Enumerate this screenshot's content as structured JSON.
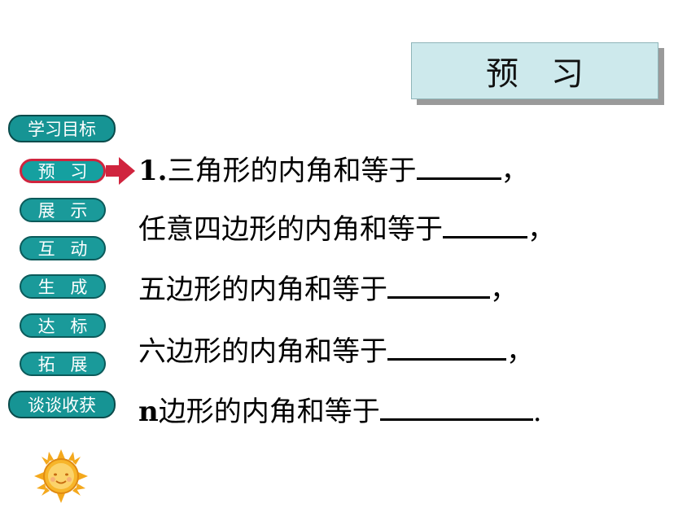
{
  "title": "预　习",
  "nav": {
    "goals": "学习目标",
    "preview": "预 习",
    "display": "展 示",
    "interact": "互 动",
    "generate": "生 成",
    "assess": "达 标",
    "extend": "拓 展",
    "summary": "谈谈收获"
  },
  "lines": {
    "l1_num": "1.",
    "l1_text": "三角形的内角和等于",
    "l1_end": "，",
    "l2_text": "任意四边形的内角和等于",
    "l2_end": "，",
    "l3_text": "五边形的内角和等于",
    "l3_end": "，",
    "l4_text": "六边形的内角和等于",
    "l4_end": "，",
    "l5_n": "n",
    "l5_text": "边形的内角和等于",
    "l5_end": "."
  },
  "colors": {
    "title_bg": "#cde9ec",
    "pill_bg": "#1a9a9a",
    "active_border": "#d0243e",
    "arrow": "#d0243e"
  },
  "icons": {
    "arrow": "arrow-right-icon",
    "sun": "sun-icon"
  }
}
